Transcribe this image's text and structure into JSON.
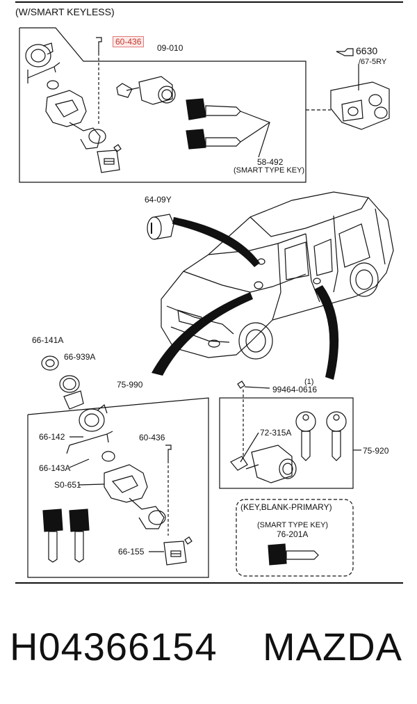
{
  "header": {
    "variant": "(W/SMART KEYLESS)"
  },
  "callouts": {
    "c1": "60-436",
    "c2": "09-010",
    "c3": "6630",
    "c3_sub": "/67-5RY",
    "c4": "58-492",
    "c4_sub": "(SMART TYPE KEY)",
    "c5": "64-09Y",
    "c6": "66-141A",
    "c7": "66-939A",
    "c8": "75-990",
    "c9": "99464-0616",
    "c9_qty": "(1)",
    "c10": "66-142",
    "c11": "60-436",
    "c12": "72-315A",
    "c13": "75-920",
    "c14": "66-143A",
    "c15": "S0-651",
    "c16": "66-155",
    "c17": "(KEY,BLANK-PRIMARY)",
    "c18": "(SMART TYPE KEY)",
    "c19": "76-201A"
  },
  "footer": {
    "part_number": "H04366154",
    "brand": "MAZDA"
  },
  "colors": {
    "line": "#111111",
    "highlight_border": "#e07a7a",
    "highlight_fill": "#fde9e9",
    "highlight_text": "#c0392b"
  },
  "icons": [
    "finger-pointer-icon"
  ]
}
